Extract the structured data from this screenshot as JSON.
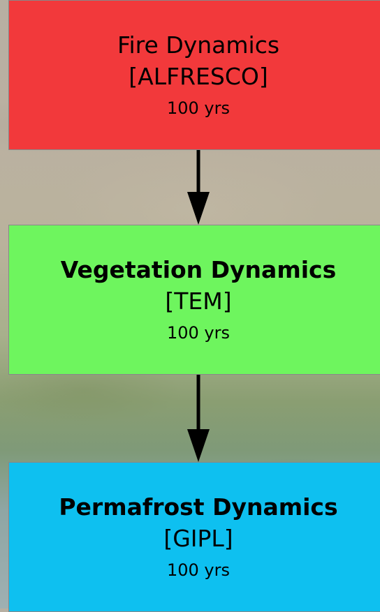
{
  "boxes": [
    {
      "title": "Fire Dynamics",
      "model": "[ALFRESCO]",
      "duration": "100 yrs",
      "color": "#f2393b"
    },
    {
      "title": "Vegetation Dynamics",
      "model": "[TEM]",
      "duration": "100 yrs",
      "color": "#6ef55e"
    },
    {
      "title": "Permafrost Dynamics",
      "model": "[GIPL]",
      "duration": "100 yrs",
      "color": "#0ec0f0"
    }
  ]
}
